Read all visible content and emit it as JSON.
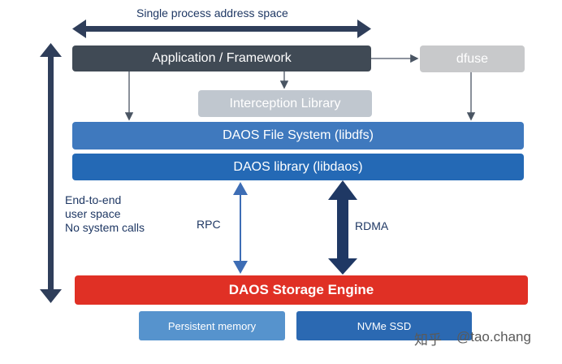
{
  "diagram": {
    "address_space_label": "Single process address space",
    "user_space_lines": [
      "End-to-end",
      "user space",
      "No system calls"
    ],
    "app_label": "Application / Framework",
    "dfuse_label": "dfuse",
    "interception_label": "Interception Library",
    "dfs_label": "DAOS File System (libdfs)",
    "libdaos_label": "DAOS library (libdaos)",
    "rpc_label": "RPC",
    "rdma_label": "RDMA",
    "engine_label": "DAOS Storage Engine",
    "pmem_label": "Persistent memory",
    "nvme_label": "NVMe SSD"
  },
  "watermark": {
    "logo_text": "知乎",
    "handle": "@tao.chang"
  },
  "colors": {
    "dark_navy": "#2f3e5a",
    "app_gray": "#404a55",
    "light_gray": "#c8c9cb",
    "dfs_blue": "#3f79be",
    "libdaos_blue": "#2469b5",
    "engine_red": "#e03025",
    "rpc_arrow": "#3d6db5",
    "rdma_arrow": "#1f3864"
  }
}
